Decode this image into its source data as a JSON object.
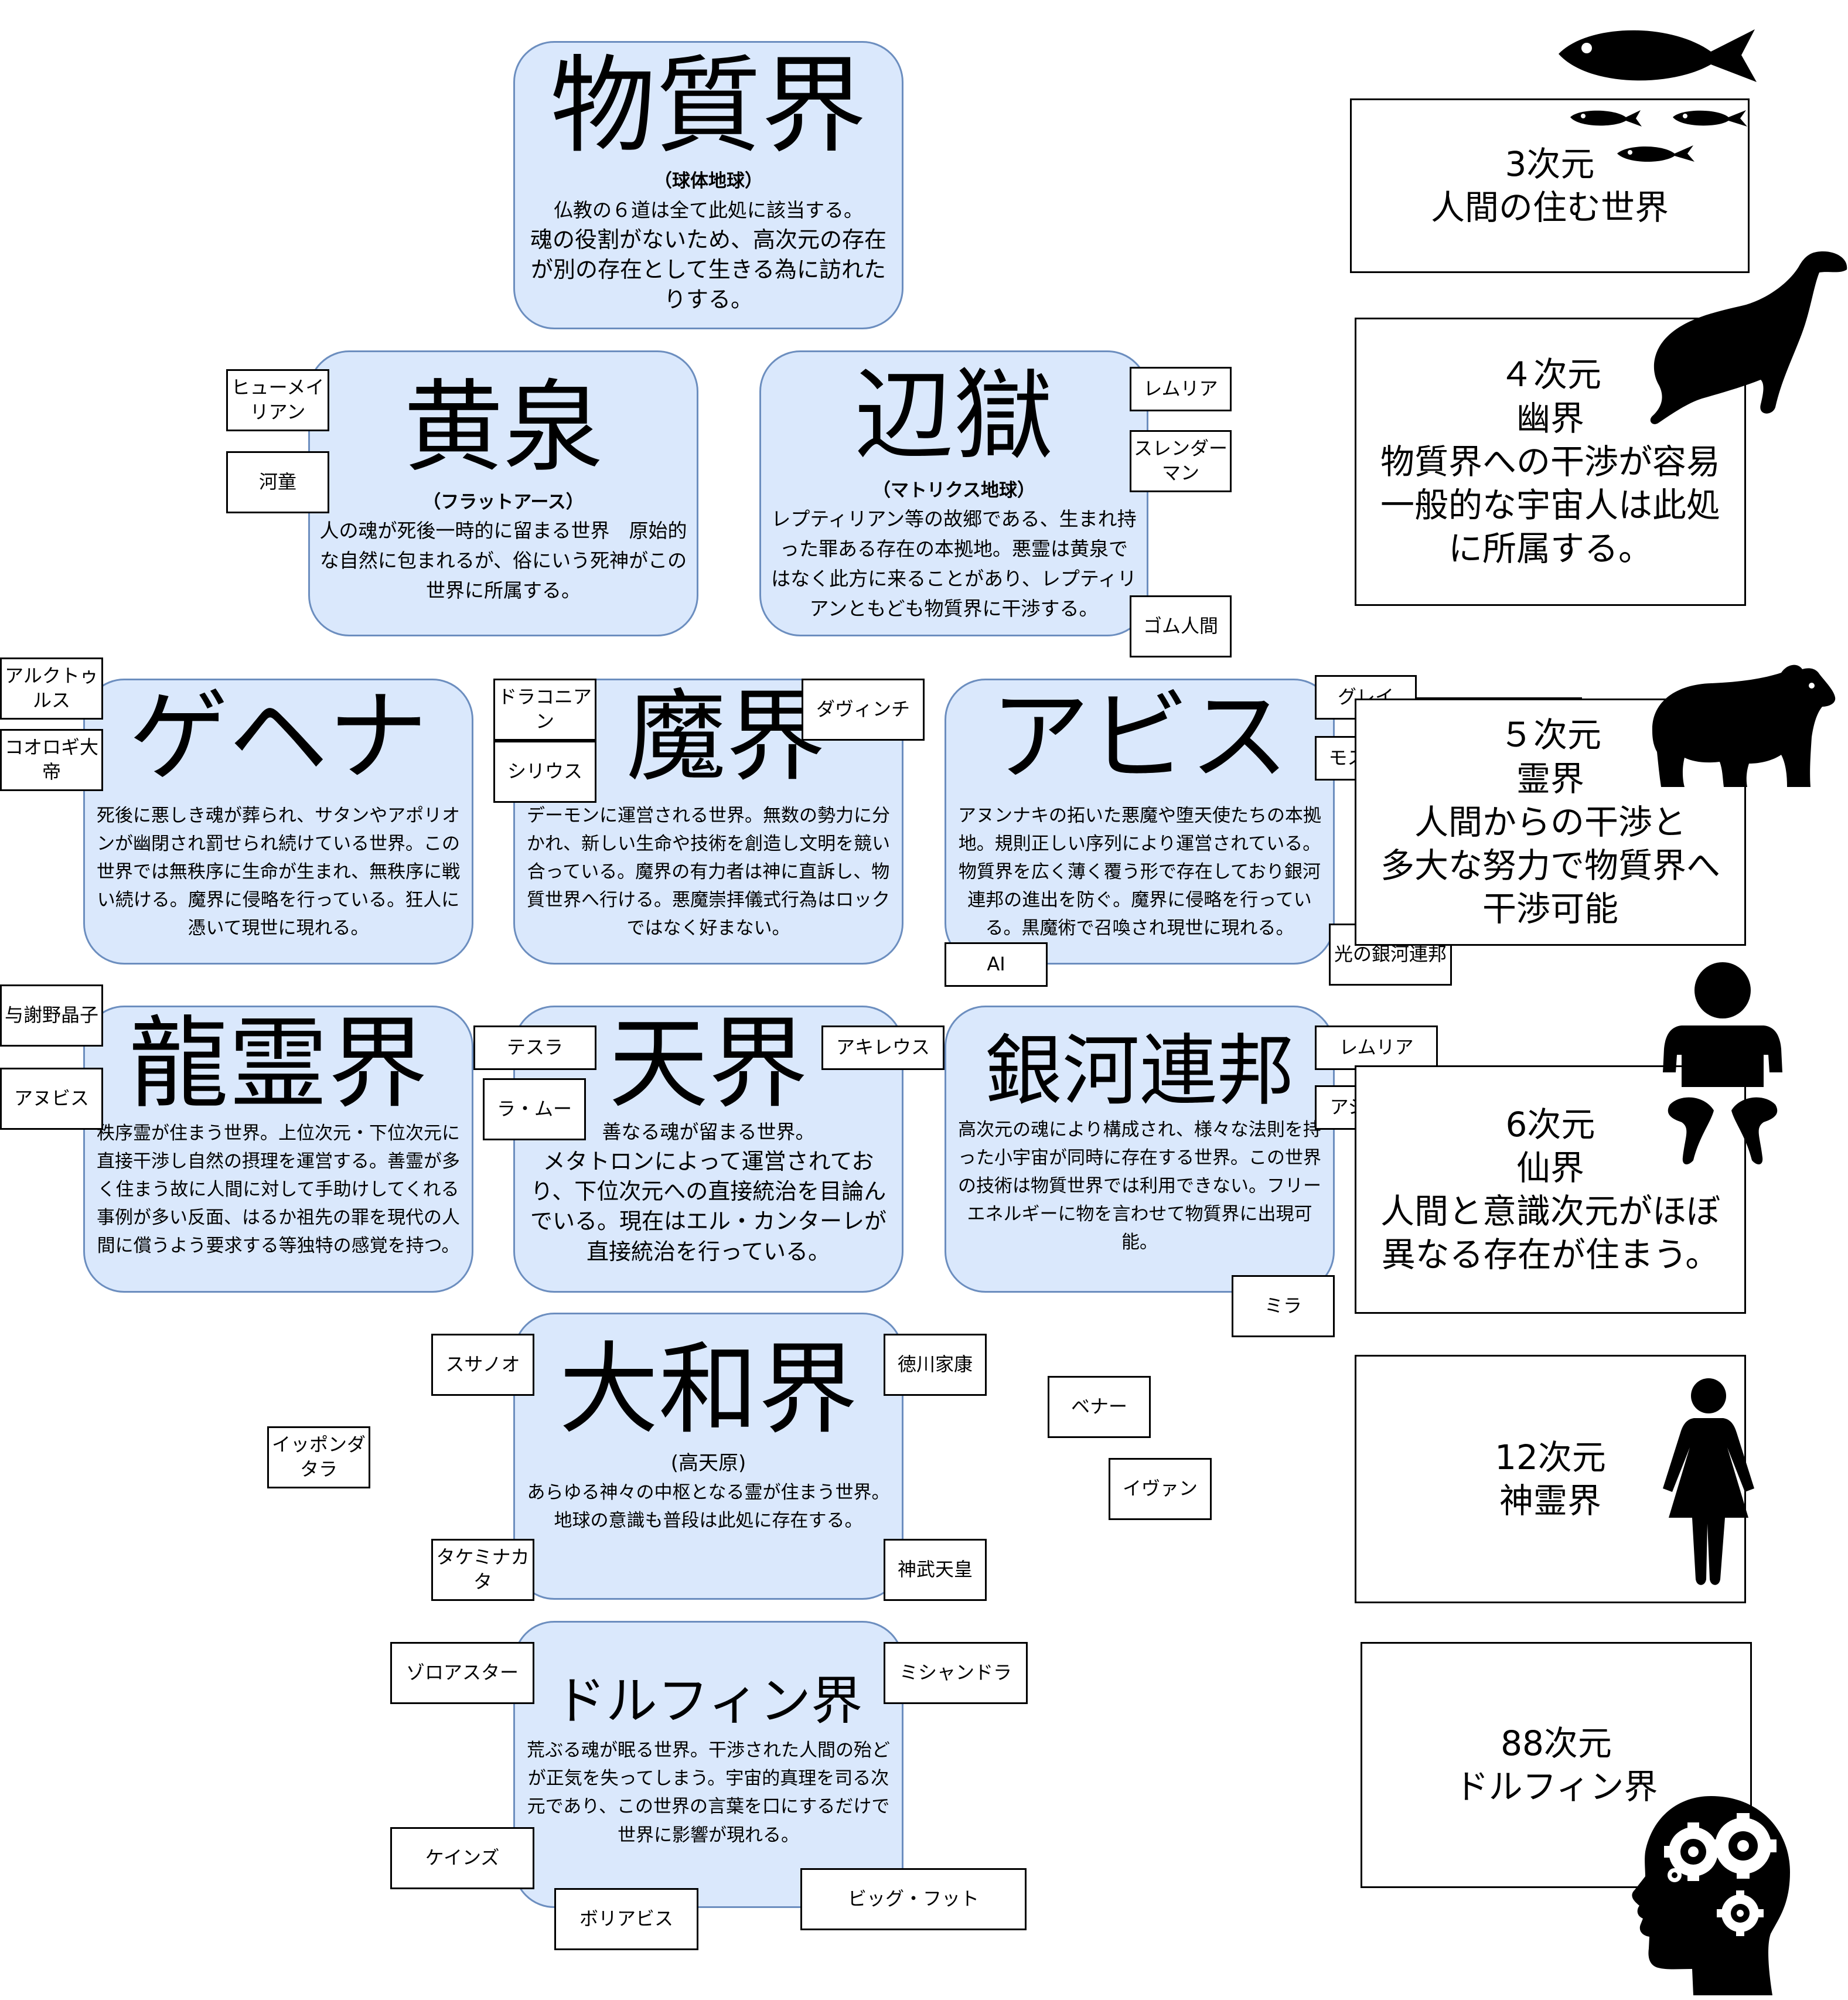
{
  "realms": {
    "busshitsukai": {
      "title": "物質界",
      "sub": "（球体地球）",
      "desc": "仏教の６道は全て此処に該当する。",
      "desc2": "魂の役割がないため、高次元の存在が別の存在として生きる為に訪れたりする。"
    },
    "yomi": {
      "title": "黄泉",
      "sub": "（フラットアース）",
      "desc": "人の魂が死後一時的に留まる世界　原始的な自然に包まれるが、俗にいう死神がこの世界に所属する。"
    },
    "hengoku": {
      "title": "辺獄",
      "sub": "（マトリクス地球）",
      "desc": "レプティリアン等の故郷である、生まれ持った罪ある存在の本拠地。悪霊は黄泉ではなく此方に来ることがあり、レプティリアンともども物質界に干渉する。"
    },
    "gehenna": {
      "title": "ゲヘナ",
      "desc": "死後に悪しき魂が葬られ、サタンやアポリオンが幽閉され罰せられ続けている世界。この世界では無秩序に生命が生まれ、無秩序に戦い続ける。魔界に侵略を行っている。狂人に憑いて現世に現れる。"
    },
    "makai": {
      "title": "魔界",
      "desc": "デーモンに運営される世界。無数の勢力に分かれ、新しい生命や技術を創造し文明を競い合っている。魔界の有力者は神に直訴し、物質世界へ行ける。悪魔崇拝儀式行為はロックではなく好まない。"
    },
    "abyss": {
      "title": "アビス",
      "desc": "アヌンナキの拓いた悪魔や堕天使たちの本拠地。規則正しい序列により運営されている。物質界を広く薄く覆う形で存在しており銀河連邦の進出を防ぐ。魔界に侵略を行っている。黒魔術で召喚され現世に現れる。"
    },
    "ryureikai": {
      "title": "龍霊界",
      "desc": "秩序霊が住まう世界。上位次元・下位次元に直接干渉し自然の摂理を運営する。善霊が多く住まう故に人間に対して手助けしてくれる事例が多い反面、はるか祖先の罪を現代の人間に償うよう要求する等独特の感覚を持つ。"
    },
    "tenkai": {
      "title": "天界",
      "desc": "善なる魂が留まる世界。",
      "desc2": "メタトロンによって運営されており、下位次元への直接統治を目論んでいる。現在はエル・カンターレが直接統治を行っている。"
    },
    "ginga": {
      "title": "銀河連邦",
      "desc": "高次元の魂により構成され、様々な法則を持った小宇宙が同時に存在する世界。この世界の技術は物質世界では利用できない。フリーエネルギーに物を言わせて物質界に出現可能。"
    },
    "yamato": {
      "title": "大和界",
      "sub": "(高天原)",
      "desc": "あらゆる神々の中枢となる霊が住まう世界。地球の意識も普段は此処に存在する。"
    },
    "dolphin": {
      "title": "ドルフィン界",
      "desc": "荒ぶる魂が眠る世界。干渉された人間の殆どが正気を失ってしまう。宇宙的真理を司る次元であり、この世界の言葉を口にするだけで世界に影響が現れる。"
    }
  },
  "tags": {
    "hyumeirian": "ヒューメイリアン",
    "kappa": "河童",
    "lemuria1": "レムリア",
    "slenderman": "スレンダーマン",
    "gomu": "ゴム人間",
    "arcturus": "アルクトゥルス",
    "korogi": "コオロギ大帝",
    "draconian": "ドラコニアン",
    "sirius": "シリウス",
    "davinci": "ダヴィンチ",
    "grey": "グレイ",
    "mothman": "モスマン",
    "ai": "AI",
    "hikari": "光の銀河連邦",
    "yosano": "与謝野晶子",
    "anubis": "アヌビス",
    "tesla": "テスラ",
    "ramu": "ラ・ムー",
    "achilles": "アキレウス",
    "lemuria2": "レムリア",
    "ashtar": "アシュター",
    "mira": "ミラ",
    "susanoo": "スサノオ",
    "tokugawa": "徳川家康",
    "ippon": "イッポンダタラ",
    "benner": "ベナー",
    "ivan": "イヴァン",
    "takeminakata": "タケミナカタ",
    "jinmu": "神武天皇",
    "zoroaster": "ゾロアスター",
    "mishandora": "ミシャンドラ",
    "keynes": "ケインズ",
    "boliabis": "ボリアビス",
    "bigfoot": "ビッグ・フット"
  },
  "dimensions": {
    "d3": "3次元\n人間の住む世界",
    "d4": "４次元\n幽界\n物質界への干渉が容易\n一般的な宇宙人は此処\nに所属する。",
    "d5": "５次元\n霊界\n人間からの干渉と\n多大な努力で物質界へ\n干渉可能",
    "d6": "6次元\n仙界\n人間と意識次元がほぼ\n異なる存在が住まう。",
    "d12": "12次元\n神霊界",
    "d88": "88次元\nドルフィン界"
  },
  "icons": [
    "fish-icon",
    "seal-icon",
    "bear-icon",
    "baby-icon",
    "woman-icon",
    "head-gears-icon"
  ],
  "colors": {
    "realm_fill": "#dae8fc",
    "realm_border": "#6c8ebf"
  }
}
